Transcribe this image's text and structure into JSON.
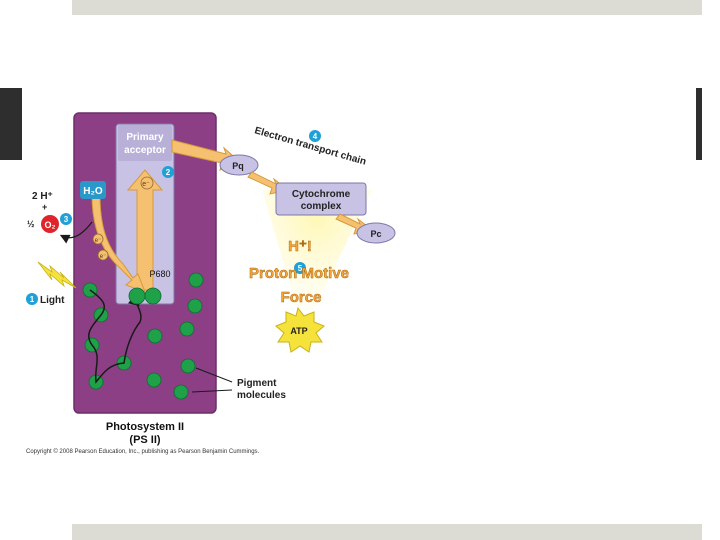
{
  "diagram": {
    "primary_acceptor": [
      "Primary",
      "acceptor"
    ],
    "etc_title": "Electron transport chain",
    "pq": "Pq",
    "cytochrome": [
      "Cytochrome",
      "complex"
    ],
    "pc": "Pc",
    "pmf": [
      "H⁺!",
      "Proton Motive",
      "Force"
    ],
    "atp": "ATP",
    "h2o": "H₂O",
    "two_h": "2 H⁺",
    "plus": "+",
    "half": "½",
    "o2": "O₂",
    "electron": "e⁻",
    "p680": "P680",
    "light": "Light",
    "pigment": [
      "Pigment",
      "molecules"
    ],
    "photosystem": [
      "Photosystem II",
      "(PS II)"
    ],
    "steps": [
      "1",
      "2",
      "3",
      "4",
      "5"
    ],
    "copyright": "Copyright © 2008 Pearson Education, Inc., publishing as Pearson Benjamin Cummings."
  },
  "colors": {
    "membrane": "#8d3f86",
    "reaction_center": "#c8c2e4",
    "arrow": "#f5c070",
    "chlorophyll": "#1fa14a",
    "oxygen": "#e0242c",
    "step_badge": "#1fa0d6",
    "pmf_text": "#f2a63a"
  }
}
